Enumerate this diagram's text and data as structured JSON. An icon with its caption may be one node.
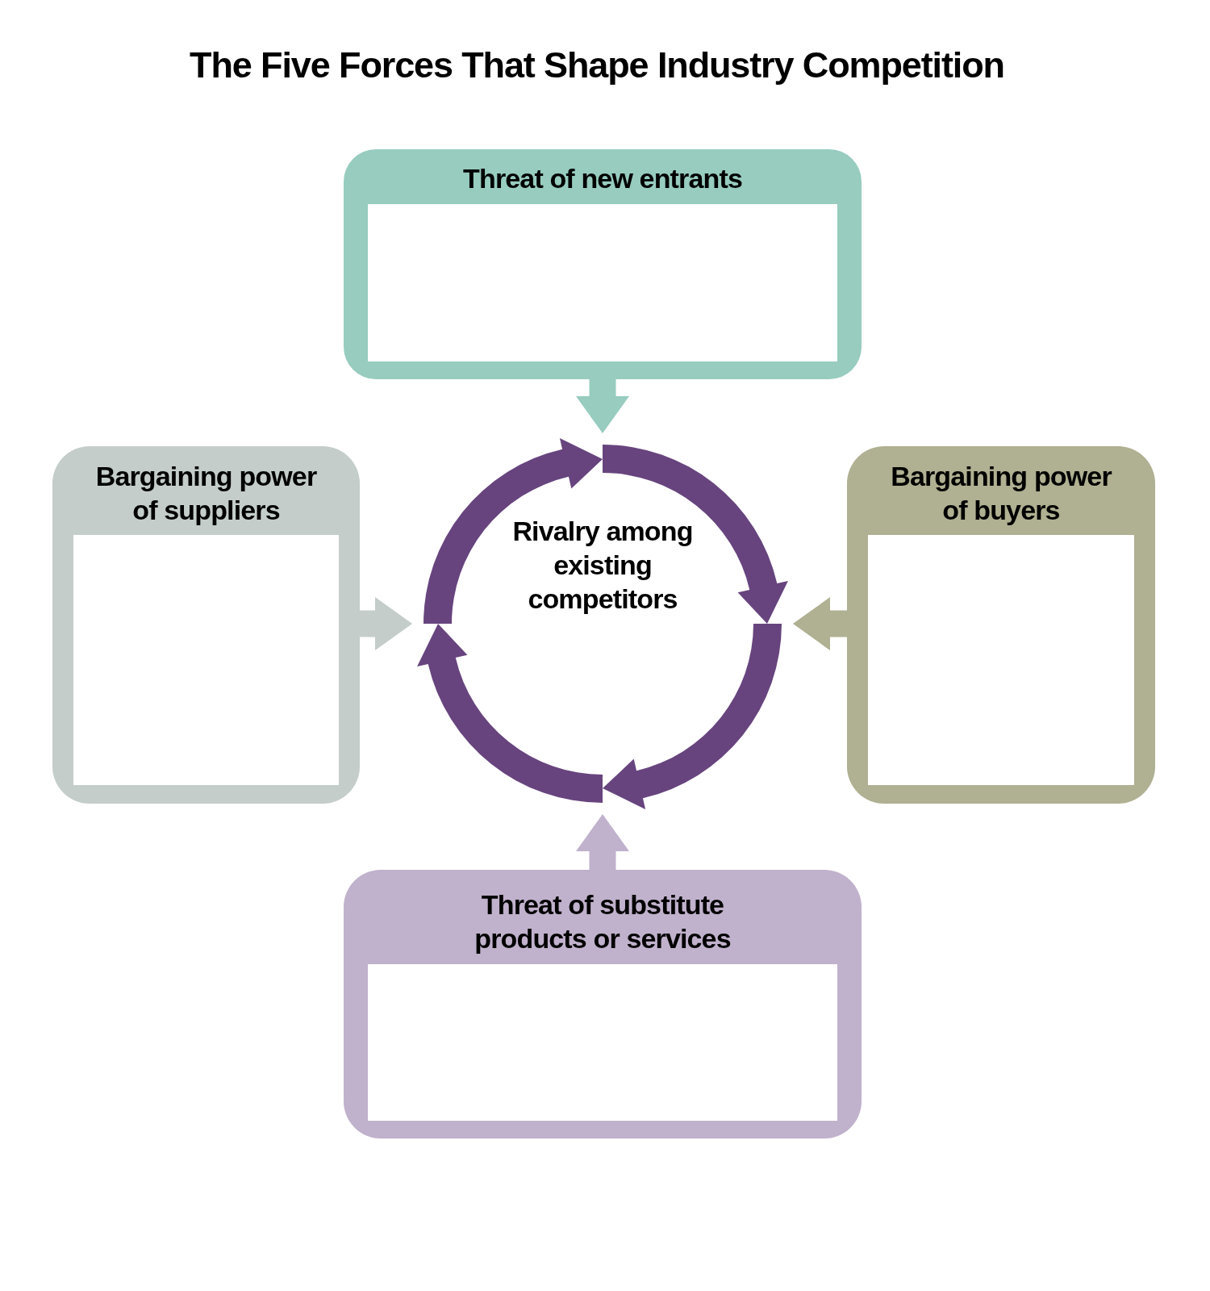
{
  "diagram": {
    "title": "The Five Forces That Shape Industry Competition",
    "nodes": [
      {
        "text": [
          "Threat of new entrants"
        ]
      },
      {
        "text": [
          "Bargaining power of suppliers"
        ]
      },
      {
        "text": [
          "Rivalry among existing competitors"
        ]
      },
      {
        "text": [
          "Bargaining power of buyers"
        ]
      },
      {
        "text": [
          "Threat of substitute products or services"
        ]
      }
    ],
    "edges": [
      {
        "from": 0,
        "to": 2,
        "arrow": "to",
        "style": "thick",
        "color": "#97ccbf"
      },
      {
        "from": 1,
        "to": 2,
        "arrow": "to",
        "style": "thick",
        "color": "#c4cdc9"
      },
      {
        "from": 3,
        "to": 2,
        "arrow": "to",
        "style": "thick",
        "color": "#b0b092"
      },
      {
        "from": 4,
        "to": 2,
        "arrow": "to",
        "style": "thick",
        "color": "#c0b1cc"
      }
    ]
  }
}
